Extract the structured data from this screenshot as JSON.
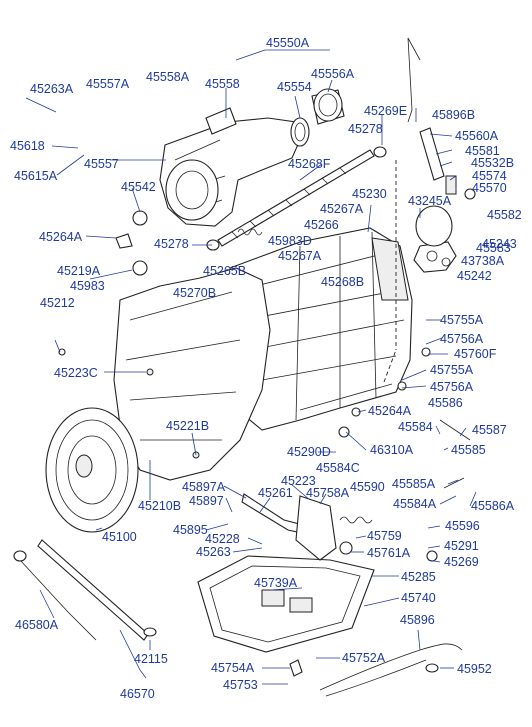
{
  "diagram": {
    "labels": {
      "p45263A": "45263A",
      "p45557A": "45557A",
      "p45558A": "45558A",
      "p45558": "45558",
      "p45550A": "45550A",
      "p45554": "45554",
      "p45556A": "45556A",
      "p45269E": "45269E",
      "p45896B": "45896B",
      "p45618": "45618",
      "p45278a": "45278",
      "p45560A": "45560A",
      "p45581": "45581",
      "p45532B": "45532B",
      "p45615A": "45615A",
      "p45557": "45557",
      "p45268F": "45268F",
      "p45574": "45574",
      "p45570": "45570",
      "p45542": "45542",
      "p45230": "45230",
      "p43245A": "43245A",
      "p45582": "45582",
      "p45267Aa": "45267A",
      "p45278b": "45278",
      "p45983D": "45983D",
      "p45266": "45266",
      "p45583": "45583",
      "p45264A": "45264A",
      "p45265B": "45265B",
      "p45267Ab": "45267A",
      "p45243": "45243",
      "p45270B": "45270B",
      "p45268B": "45268B",
      "p43738A": "43738A",
      "p45242": "45242",
      "p45219A": "45219A",
      "p45983": "45983",
      "p45755Aa": "45755A",
      "p45212": "45212",
      "p45756Aa": "45756A",
      "p45760F": "45760F",
      "p45223C": "45223C",
      "p45755Ab": "45755A",
      "p45756Ab": "45756A",
      "p45586": "45586",
      "p45264Ab": "45264A",
      "p45584": "45584",
      "p45587": "45587",
      "p45221B": "45221B",
      "p46310A": "46310A",
      "p45585": "45585",
      "p45290D": "45290D",
      "p45584C": "45584C",
      "p45223": "45223",
      "p45585A": "45585A",
      "p45897A": "45897A",
      "p45261": "45261",
      "p45758A": "45758A",
      "p45590": "45590",
      "p45210B": "45210B",
      "p45897": "45897",
      "p45584A": "45584A",
      "p45586A": "45586A",
      "p45895": "45895",
      "p45228": "45228",
      "p45759": "45759",
      "p45596": "45596",
      "p45100": "45100",
      "p45263": "45263",
      "p45761A": "45761A",
      "p45291": "45291",
      "p45739A": "45739A",
      "p45269": "45269",
      "p45285": "45285",
      "p45740": "45740",
      "p46580A": "46580A",
      "p45896": "45896",
      "p42115": "42115",
      "p45754A": "45754A",
      "p45752A": "45752A",
      "p45952": "45952",
      "p45753": "45753",
      "p46570": "46570"
    }
  }
}
